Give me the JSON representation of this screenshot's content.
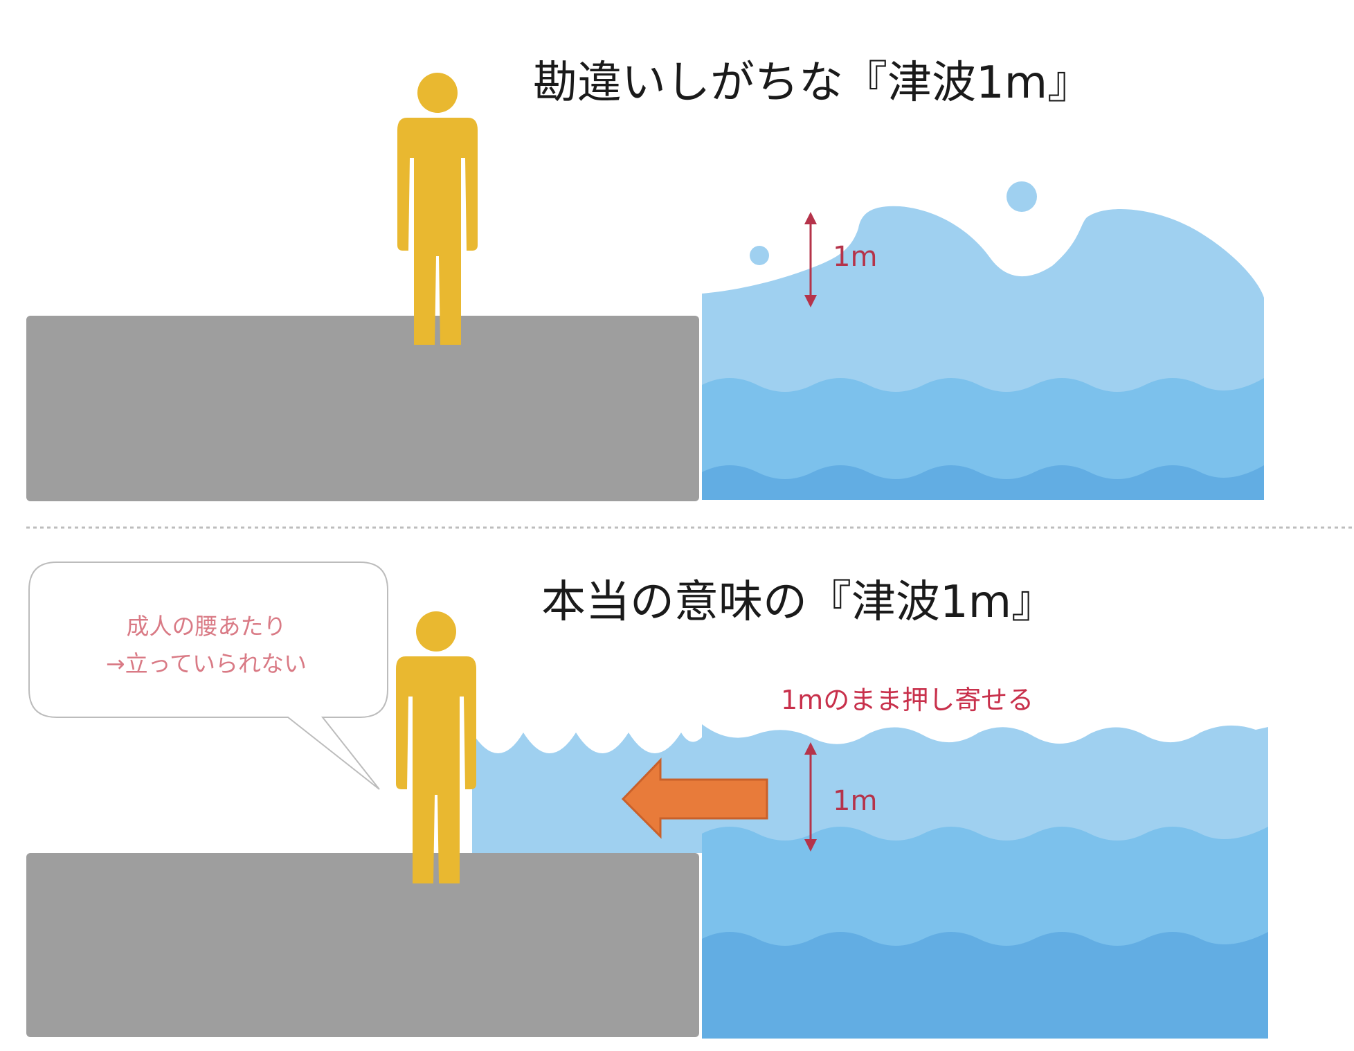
{
  "top_panel": {
    "title": "勘違いしがちな『津波1m』",
    "height_label": "1m"
  },
  "bottom_panel": {
    "title": "本当の意味の『津波1m』",
    "height_label": "1m",
    "push_label": "1mのまま押し寄せる",
    "speech_bubble": {
      "line1": "成人の腰あたり",
      "line2": "→立っていられない"
    }
  },
  "colors": {
    "ground": "#9e9e9e",
    "person": "#e9b830",
    "water_light": "#9fd0f0",
    "water_mid": "#7cc1ec",
    "water_dark": "#62ade3",
    "arrow": "#e87b3a",
    "measure": "#b5334a",
    "divider": "#bdbdbd"
  }
}
